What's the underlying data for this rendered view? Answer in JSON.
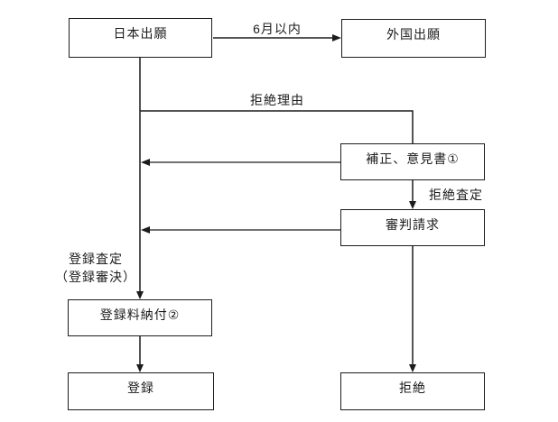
{
  "diagram": {
    "nodes": {
      "japan_application": {
        "label": "日本出願"
      },
      "foreign_application": {
        "label": "外国出願"
      },
      "amendment_opinion": {
        "label": "補正、意見書①"
      },
      "appeal_request": {
        "label": "審判請求"
      },
      "registration_fee": {
        "label": "登録料納付②"
      },
      "registration": {
        "label": "登録"
      },
      "rejection": {
        "label": "拒絶"
      }
    },
    "edge_labels": {
      "within_six_months": "6月以内",
      "refusal_reason": "拒絶理由",
      "refusal_decision": "拒絶査定",
      "registration_decision_line1": "登録査定",
      "registration_decision_line2": "（登録審決）"
    },
    "colors": {
      "line": "#1c1c1c",
      "background": "#ffffff"
    }
  }
}
